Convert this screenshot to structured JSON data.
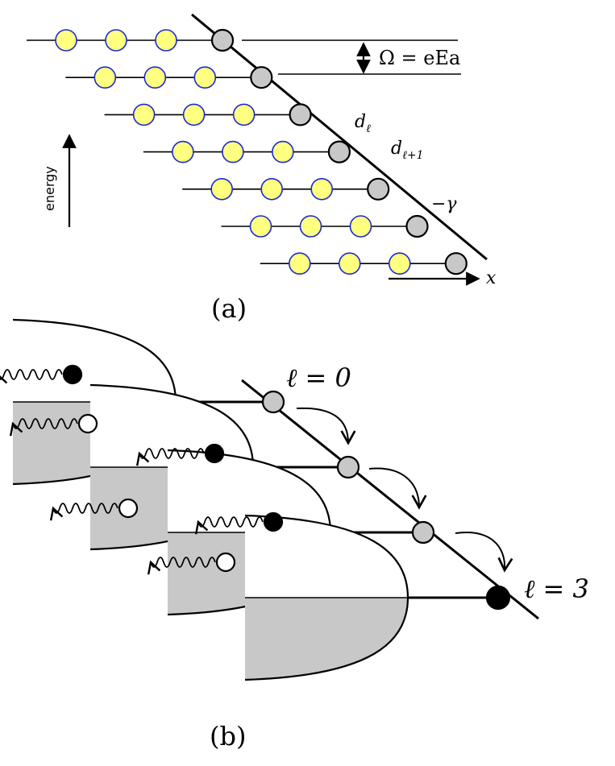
{
  "panel_a": {
    "caption": "(a)",
    "energy_label": "energy",
    "omega_label": "Ω = eEa",
    "d_l": "d",
    "d_l_sub": "ℓ",
    "d_l1": "d",
    "d_l1_sub": "ℓ+1",
    "gamma_label": "−γ",
    "x_label": "x",
    "colors": {
      "bath_site": "#ffff80",
      "bath_stroke": "#1a2ad0",
      "chain_site": "#c8c8c8"
    },
    "rows": 7,
    "bath_sites_per_row": 3
  },
  "panel_b": {
    "caption": "(b)",
    "l0_label": "ℓ = 0",
    "l3_label": "ℓ = 3",
    "colors": {
      "filled_band": "#c8c8c8",
      "chain_site": "#c8c8c8",
      "final_site": "#000000"
    },
    "rows": 4
  }
}
